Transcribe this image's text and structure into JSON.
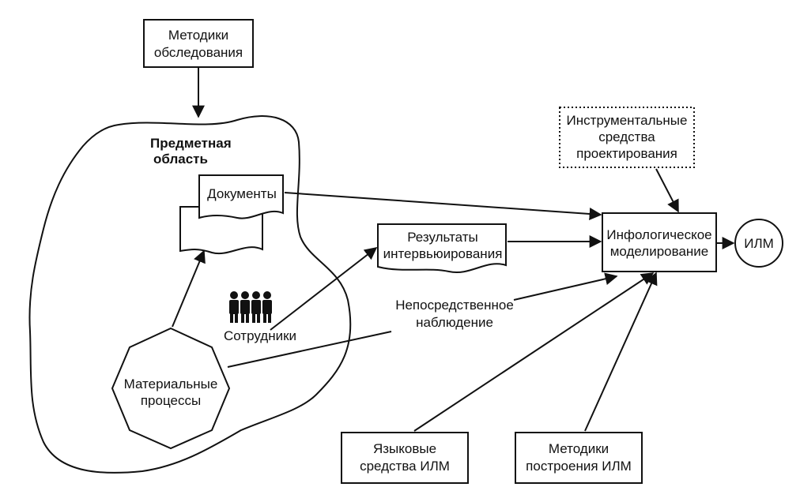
{
  "nodes": {
    "survey_methods": {
      "line1": "Методики",
      "line2": "обследования"
    },
    "subject_area": {
      "line1": "Предметная",
      "line2": "область"
    },
    "documents": {
      "label": "Документы"
    },
    "interview_results": {
      "line1": "Результаты",
      "line2": "интервьюирования"
    },
    "employees": {
      "label": "Сотрудники"
    },
    "direct_observation": {
      "line1": "Непосредственное",
      "line2": "наблюдение"
    },
    "material_processes": {
      "line1": "Материальные",
      "line2": "процессы"
    },
    "design_tools": {
      "line1": "Инструментальные",
      "line2": "средства",
      "line3": "проектирования"
    },
    "infological_modeling": {
      "line1": "Инфологическое",
      "line2": "моделирование"
    },
    "ilm": {
      "label": "ИЛМ"
    },
    "language_tools": {
      "line1": "Языковые",
      "line2": "средства ИЛМ"
    },
    "construction_methods": {
      "line1": "Методики",
      "line2": "построения ИЛМ"
    }
  },
  "colors": {
    "ink": "#111111",
    "background": "#ffffff"
  }
}
